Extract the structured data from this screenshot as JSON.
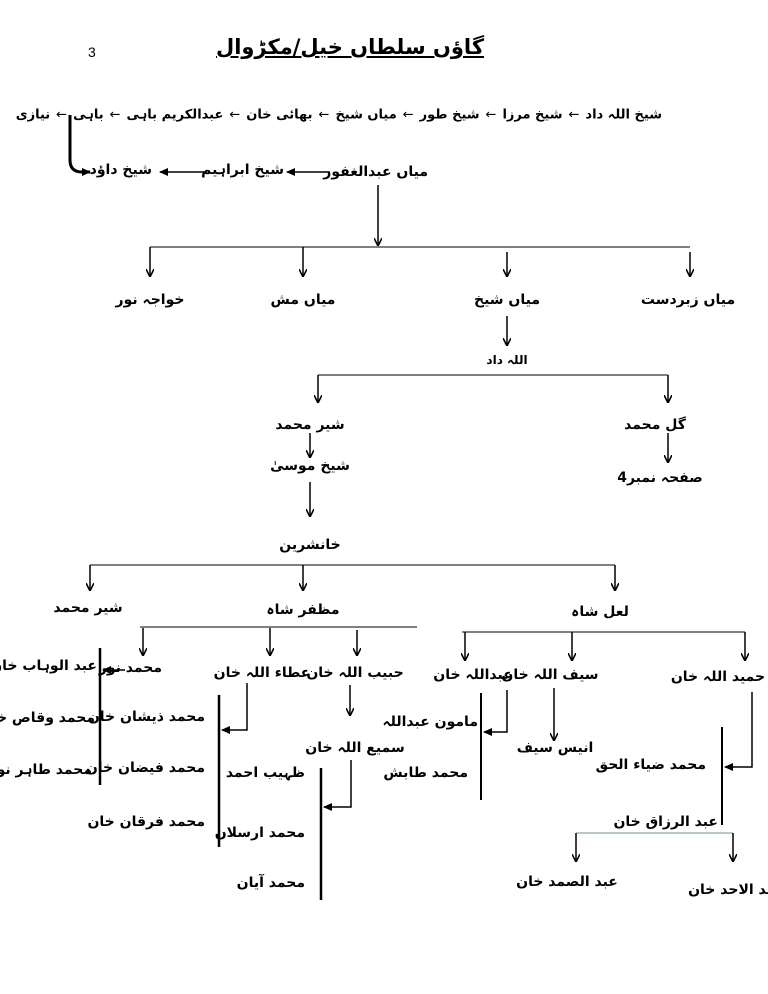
{
  "page_number": "3",
  "title": "گاؤں سلطاں خیل/مکڑوال",
  "arrow_glyph": "←",
  "lineage_row1": [
    "شیخ اللہ داد",
    "شیخ مرزا",
    "شیخ طور",
    "میاں شیخ",
    "بھائی خان",
    "عبدالکریم باہی",
    "باہی",
    "نیازی"
  ],
  "lineage_row2": [
    "میاں عبدالغفور",
    "شیخ ابراہیم",
    "شیخ داؤد"
  ],
  "gen1": [
    "میاں زبردست",
    "میاں شیخ",
    "میاں مش",
    "خواجہ نور"
  ],
  "allah_dad": "اللہ داد",
  "gen3": {
    "right": "گل محمد",
    "left": "شیر محمد"
  },
  "page_ref": "صفحہ نمبر4",
  "shaikh_musa": "شیخ موسیٰ",
  "khanshareen": "خانشرین",
  "gen6": {
    "lal_shah": "لعل شاہ",
    "muzaffar_shah": "مظفر شاہ",
    "sher_muhammad": "شیر محمد"
  },
  "muzaffar_children": {
    "habibullah": "حبیب اللہ خان",
    "ataullah": "عطاء اللہ خان",
    "muhammad_noor": "محمد نور",
    "samiullah": "سمیع اللہ خان",
    "samiullah_children": [
      "ظہیب احمد",
      "محمد ارسلان",
      "محمد آیان"
    ],
    "ataullah_children": [
      "محمد ذیشان خان",
      "محمد فیضان خان",
      "محمد فرقان خان"
    ],
    "noor_children": [
      "عبد الوہاب خان",
      "محمد وقاص خان",
      "محمد طاہر نور"
    ]
  },
  "lal_children": {
    "hameedullah": "حمید اللہ خان",
    "saifullah": "سیف اللہ خان",
    "abdullah": "عبداللہ خان",
    "abdullah_children": [
      "مامون عبداللہ",
      "محمد طابش"
    ],
    "saifullah_child": "انیس سیف",
    "hameedullah_children": [
      "محمد ضیاء الحق",
      "عبد الرزاق خان"
    ],
    "razzaq_children": [
      "عبد الاحد خان",
      "عبد الصمد خان"
    ]
  },
  "colors": {
    "ink": "#000000",
    "connector_light": "#8fa3ad"
  }
}
